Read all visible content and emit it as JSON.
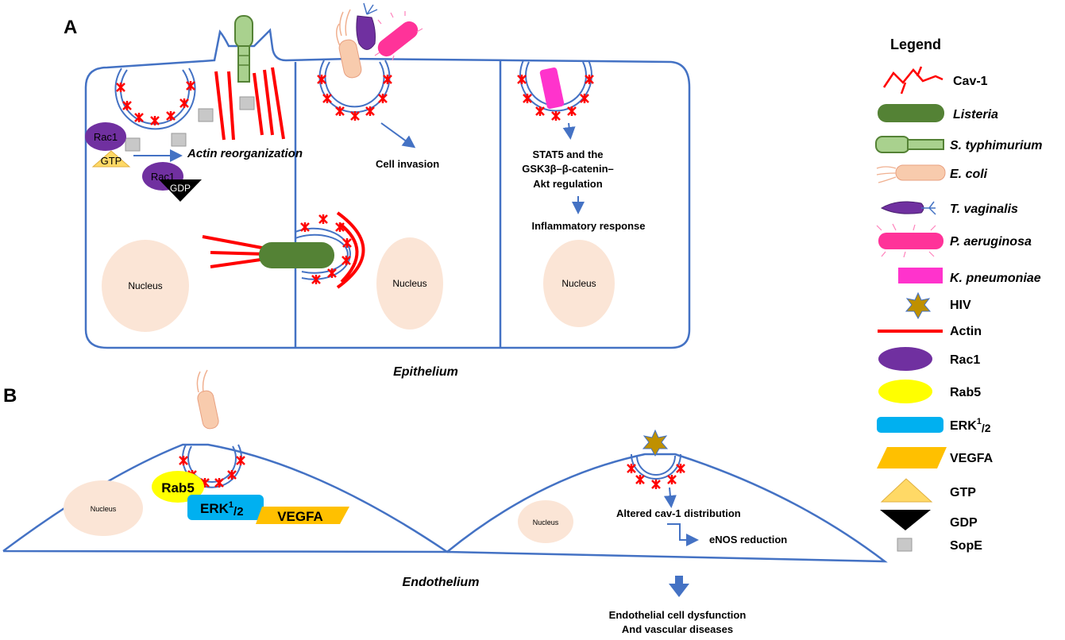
{
  "panels": {
    "a": "A",
    "b": "B"
  },
  "panel_a": {
    "nucleus_1": "Nucleus",
    "nucleus_2": "Nucleus",
    "nucleus_3": "Nucleus",
    "rac1_top": "Rac1",
    "rac1_bottom": "Rac1",
    "gtp": "GTP",
    "gdp": "GDP",
    "actin_reorg": "Actin reorganization",
    "cell_invasion": "Cell invasion",
    "stat5_line1": "STAT5 and the",
    "stat5_line2": "GSK3β–β-catenin–",
    "stat5_line3": "Akt regulation",
    "inflammatory": "Inflammatory response",
    "tissue_label": "Epithelium"
  },
  "panel_b": {
    "nucleus_1": "Nucleus",
    "nucleus_2": "Nucleus",
    "rab5": "Rab5",
    "erk": "ERK",
    "erk_sup": "1",
    "erk_sub": "/2",
    "vegfa": "VEGFA",
    "altered": "Altered cav-1 distribution",
    "enos": "eNOS reduction",
    "tissue_label": "Endothelium",
    "dysfunction_line1": "Endothelial cell dysfunction",
    "dysfunction_line2": "And vascular diseases"
  },
  "legend": {
    "title": "Legend",
    "items": [
      {
        "label": "Cav-1",
        "italic": false
      },
      {
        "label": "Listeria",
        "italic": true
      },
      {
        "label": "S. typhimurium",
        "italic": true
      },
      {
        "label": "E. coli",
        "italic": true
      },
      {
        "label": "T. vaginalis",
        "italic": true
      },
      {
        "label": "P. aeruginosa",
        "italic": true
      },
      {
        "label": "K. pneumoniae",
        "italic": true
      },
      {
        "label": "HIV",
        "italic": false
      },
      {
        "label": "Actin",
        "italic": false
      },
      {
        "label": "Rac1",
        "italic": false
      },
      {
        "label": "Rab5",
        "italic": false
      },
      {
        "label": "ERK",
        "italic": false,
        "sup": "1",
        "sub": "/2"
      },
      {
        "label": "VEGFA",
        "italic": false
      },
      {
        "label": "GTP",
        "italic": false
      },
      {
        "label": "GDP",
        "italic": false
      },
      {
        "label": "SopE",
        "italic": false
      }
    ]
  },
  "colors": {
    "membrane": "#4472c4",
    "cav1": "#ff0000",
    "actin": "#ff0000",
    "listeria": "#548235",
    "salmonella": "#a9d18e",
    "ecoli": "#f8cbad",
    "tvaginalis": "#7030a0",
    "paeruginosa": "#ff3399",
    "kpneumoniae": "#ff33cc",
    "hiv": "#bf9000",
    "rac1": "#7030a0",
    "rab5": "#ffff00",
    "erk": "#00b0f0",
    "vegfa": "#ffc000",
    "gtp": "#ffd966",
    "gdp": "#000000",
    "sope": "#c8c8c8",
    "nucleus": "#fbe5d6"
  }
}
